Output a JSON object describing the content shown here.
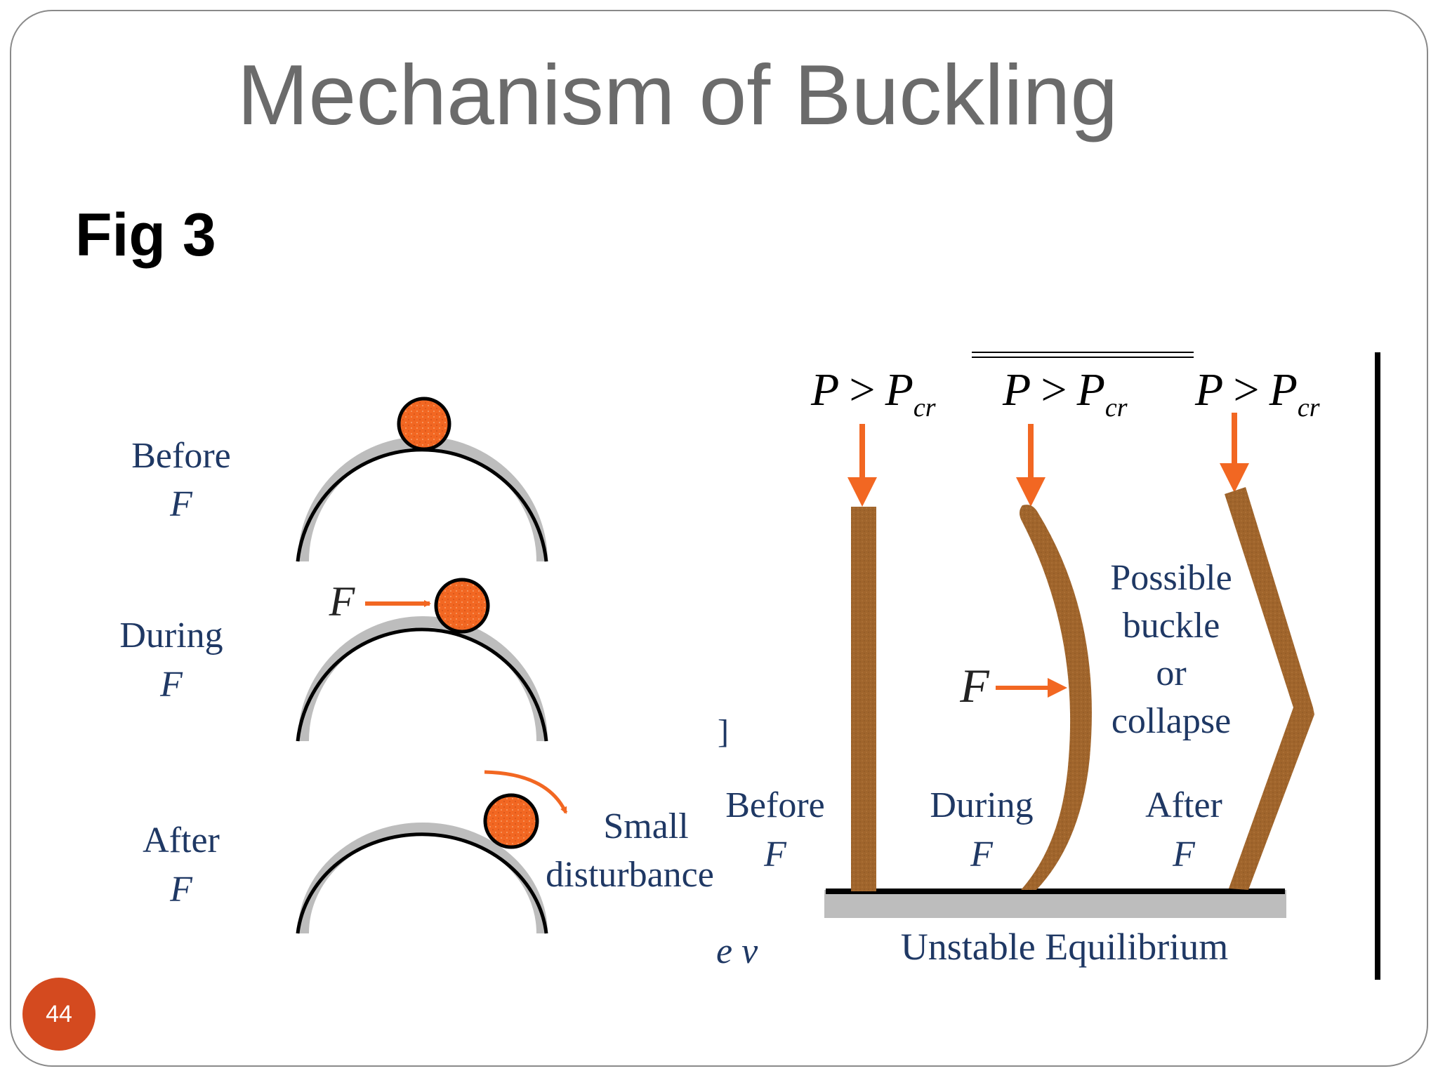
{
  "slide": {
    "title": "Mechanism of Buckling",
    "fig_label": "Fig 3",
    "page_number": "44"
  },
  "colors": {
    "title": "#6b6b6b",
    "label_blue": "#1f3864",
    "arrow_orange": "#f26722",
    "ball_orange": "#f26722",
    "column_brown": "#a0652c",
    "surface_gray": "#bdbdbd",
    "badge": "#d44a1f"
  },
  "left_panel": {
    "rows": [
      {
        "stage": "Before",
        "force": "F"
      },
      {
        "stage": "During",
        "force": "F"
      },
      {
        "stage": "After",
        "force": "F"
      }
    ],
    "push_force_label": "F",
    "disturbance_label_line1": "Small",
    "disturbance_label_line2": "disturbance",
    "cropped_fragment_1": "]",
    "cropped_fragment_2": "e ν"
  },
  "right_panel": {
    "load_labels": [
      {
        "P": "P",
        "op": ">",
        "Pcr": "P",
        "sub": "cr"
      },
      {
        "P": "P",
        "op": ">",
        "Pcr": "P",
        "sub": "cr"
      },
      {
        "P": "P",
        "op": ">",
        "Pcr": "P",
        "sub": "cr"
      }
    ],
    "stages": [
      {
        "stage": "Before",
        "force": "F"
      },
      {
        "stage": "During",
        "force": "F"
      },
      {
        "stage": "After",
        "force": "F"
      }
    ],
    "lateral_force_label": "F",
    "note_lines": [
      "Possible",
      "buckle",
      "or",
      "collapse"
    ],
    "caption": "Unstable Equilibrium"
  }
}
